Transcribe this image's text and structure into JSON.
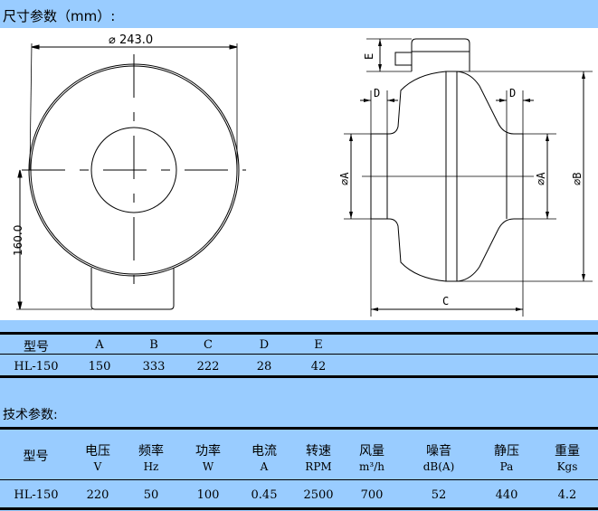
{
  "header": {
    "title": "尺寸参数（mm）:"
  },
  "drawing": {
    "front_view": {
      "diameter_label": "⌀ 243.0",
      "height_label": "160.0"
    },
    "side_view": {
      "labels": {
        "E": "E",
        "D_left": "D",
        "D_right": "D",
        "A_left": "⌀A",
        "A_right": "⌀A",
        "B": "⌀B",
        "C": "C"
      }
    }
  },
  "dimensions_table": {
    "headers": [
      "型号",
      "A",
      "B",
      "C",
      "D",
      "E"
    ],
    "rows": [
      [
        "HL-150",
        "150",
        "333",
        "222",
        "28",
        "42"
      ]
    ]
  },
  "tech_section": {
    "title": "技术参数:"
  },
  "tech_table": {
    "headers": [
      {
        "label": "型号",
        "unit": ""
      },
      {
        "label": "电压",
        "unit": "V"
      },
      {
        "label": "频率",
        "unit": "Hz"
      },
      {
        "label": "功率",
        "unit": "W"
      },
      {
        "label": "电流",
        "unit": "A"
      },
      {
        "label": "转速",
        "unit": "RPM"
      },
      {
        "label": "风量",
        "unit": "m³/h"
      },
      {
        "label": "噪音",
        "unit": "dB(A)"
      },
      {
        "label": "静压",
        "unit": "Pa"
      },
      {
        "label": "重量",
        "unit": "Kgs"
      }
    ],
    "rows": [
      [
        "HL-150",
        "220",
        "50",
        "100",
        "0.45",
        "2500",
        "700",
        "52",
        "440",
        "4.2"
      ]
    ]
  }
}
